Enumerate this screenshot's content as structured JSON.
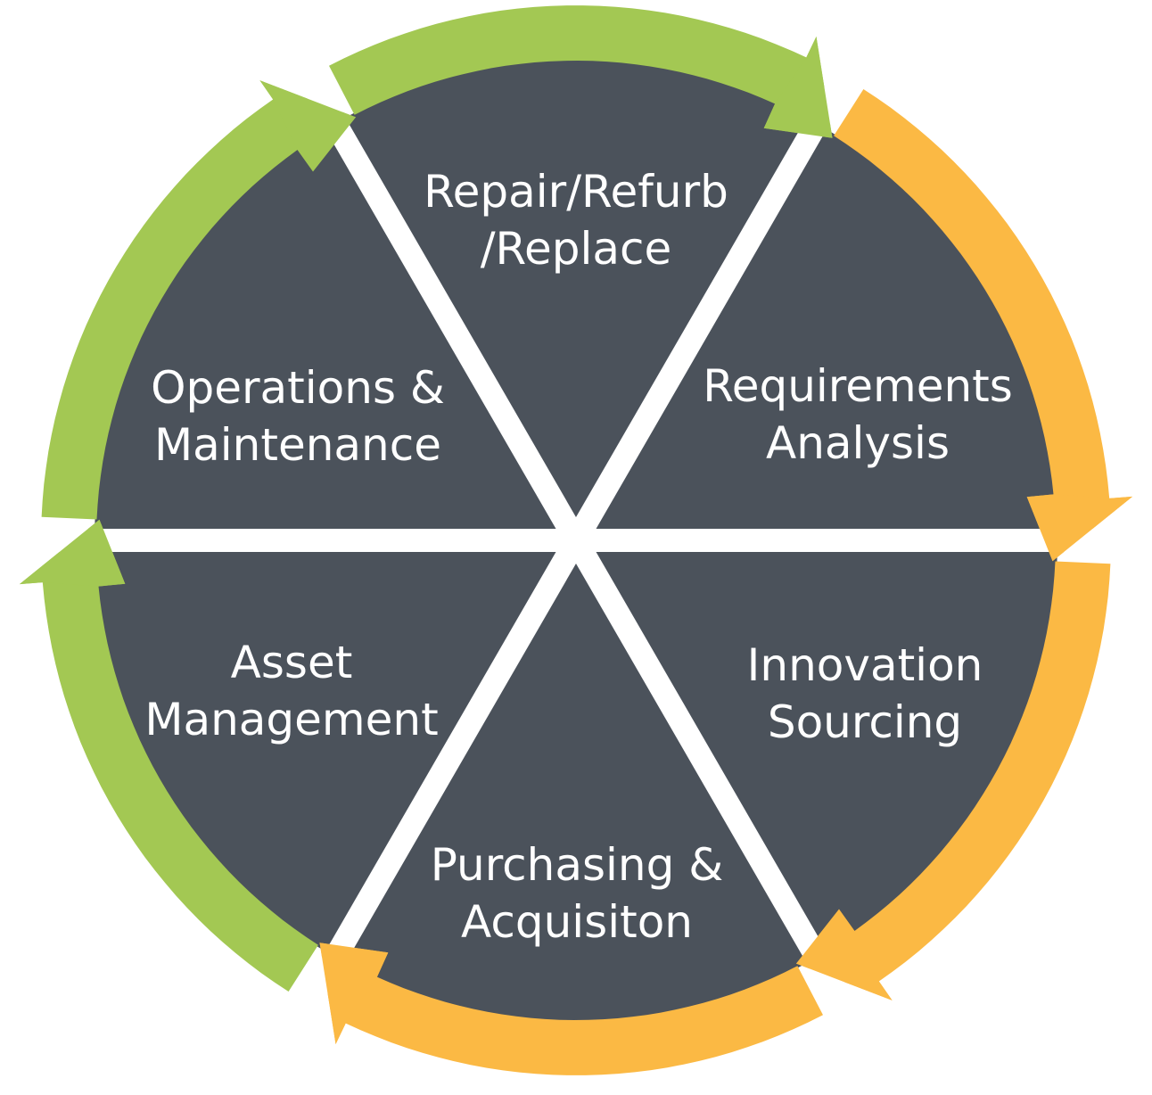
{
  "title": "Asset lifecycle cycle diagram",
  "colors": {
    "sector_fill": "#4b525b",
    "gap": "#ffffff",
    "green_arrow": "#a3c853",
    "orange_arrow": "#fbb944"
  },
  "segments": [
    {
      "id": "repair",
      "lines": [
        "Repair/Refurb",
        "/Replace"
      ],
      "arrow_color": "green"
    },
    {
      "id": "requirements",
      "lines": [
        "Requirements",
        "Analysis"
      ],
      "arrow_color": "orange"
    },
    {
      "id": "innovation",
      "lines": [
        "Innovation",
        "Sourcing"
      ],
      "arrow_color": "orange"
    },
    {
      "id": "purchasing",
      "lines": [
        "Purchasing &",
        "Acquisiton"
      ],
      "arrow_color": "orange"
    },
    {
      "id": "asset",
      "lines": [
        "Asset",
        "Management"
      ],
      "arrow_color": "green"
    },
    {
      "id": "operations",
      "lines": [
        "Operations &",
        "Maintenance"
      ],
      "arrow_color": "green"
    }
  ],
  "flow_direction": "clockwise"
}
